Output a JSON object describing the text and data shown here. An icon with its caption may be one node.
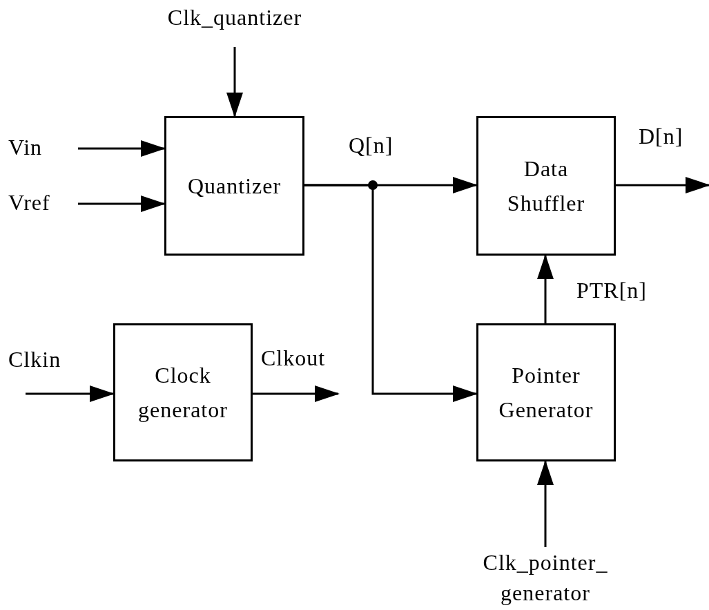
{
  "diagram": {
    "nodes": [
      {
        "text": [
          "Clk_quantizer"
        ]
      },
      {
        "text": [
          "Vin"
        ]
      },
      {
        "text": [
          "Vref"
        ]
      },
      {
        "text": [
          "Quantizer"
        ]
      },
      {
        "text": [
          "Data Shuffler"
        ]
      },
      {
        "text": [
          "Clkin"
        ]
      },
      {
        "text": [
          "Clock generator"
        ]
      },
      {
        "text": [
          "Pointer Generator"
        ]
      },
      {
        "text": [
          "Clk_pointer_ generator"
        ]
      }
    ],
    "edges": [
      {
        "from": 0,
        "to": 3,
        "arrow": "to"
      },
      {
        "from": 1,
        "to": 3,
        "arrow": "to"
      },
      {
        "from": 2,
        "to": 3,
        "arrow": "to"
      },
      {
        "from": 3,
        "to": 4,
        "arrow": "to"
      },
      {
        "from": 3,
        "to": 7,
        "arrow": "to"
      },
      {
        "from": 4,
        "to": null,
        "arrow": "to",
        "label": "D[n]"
      },
      {
        "from": 7,
        "to": 4,
        "arrow": "to",
        "label": "PTR[n]"
      },
      {
        "from": 5,
        "to": 6,
        "arrow": "to"
      },
      {
        "from": 6,
        "to": null,
        "arrow": "to",
        "label": "Clkout"
      },
      {
        "from": 8,
        "to": 7,
        "arrow": "to"
      }
    ],
    "labels": [
      "Q[n]"
    ]
  }
}
